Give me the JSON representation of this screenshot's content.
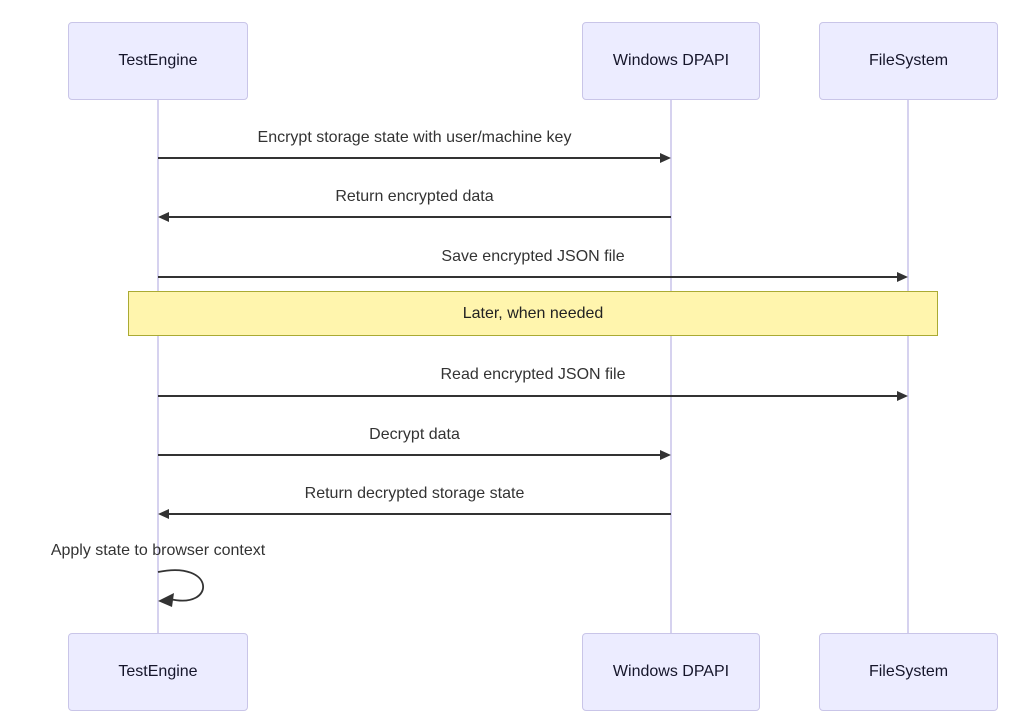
{
  "diagram": {
    "type": "sequence-diagram",
    "actors": [
      {
        "id": "testengine",
        "name": "TestEngine"
      },
      {
        "id": "windows-dpapi",
        "name": "Windows DPAPI"
      },
      {
        "id": "filesystem",
        "name": "FileSystem"
      }
    ],
    "messages": [
      {
        "from": "TestEngine",
        "to": "Windows DPAPI",
        "direction": "right",
        "text": "Encrypt storage state with user/machine key"
      },
      {
        "from": "Windows DPAPI",
        "to": "TestEngine",
        "direction": "left",
        "text": "Return encrypted data"
      },
      {
        "from": "TestEngine",
        "to": "FileSystem",
        "direction": "right",
        "text": "Save encrypted JSON file"
      },
      {
        "from": "TestEngine",
        "to": "FileSystem",
        "direction": "right",
        "text": "Read encrypted JSON file"
      },
      {
        "from": "TestEngine",
        "to": "Windows DPAPI",
        "direction": "right",
        "text": "Decrypt data"
      },
      {
        "from": "Windows DPAPI",
        "to": "TestEngine",
        "direction": "left",
        "text": "Return decrypted storage state"
      },
      {
        "from": "TestEngine",
        "to": "TestEngine",
        "direction": "self",
        "text": "Apply state to browser context"
      }
    ],
    "note": {
      "position": "over all",
      "text": "Later, when needed"
    },
    "colors": {
      "actor_fill": "#ECECFF",
      "actor_border": "#C9C5E8",
      "lifeline": "#D6D2EF",
      "arrow": "#333333",
      "message_text": "#333333",
      "note_fill": "#FFF5AD",
      "note_border": "#AAAA33",
      "background": "#FFFFFF"
    }
  }
}
